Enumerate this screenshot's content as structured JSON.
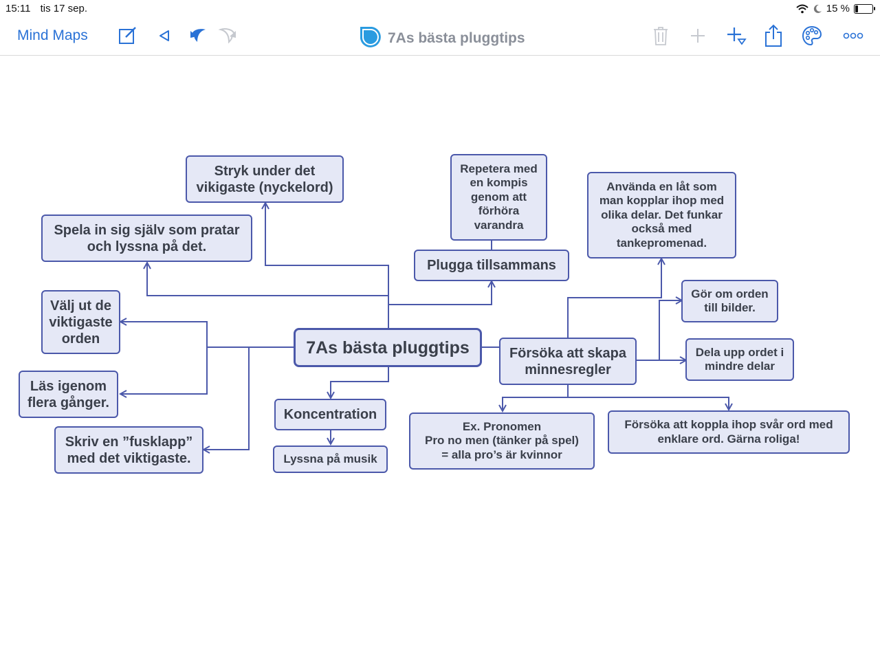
{
  "status_bar": {
    "time": "15:11",
    "date": "tis 17 sep.",
    "battery": "15 %",
    "battery_level": 0.15
  },
  "toolbar": {
    "back_label": "Mind Maps",
    "document_title": "7As bästa pluggtips"
  },
  "colors": {
    "accent": "#2a72d6",
    "node_fill": "#e5e8f6",
    "node_border": "#4b58aa",
    "connector": "#4b58aa"
  },
  "mindmap": {
    "central": "7As bästa pluggtips",
    "stryk": "Stryk under det\nvikigaste (nyckelord)",
    "spela": "Spela in sig själv som pratar\noch lyssna på det.",
    "valj": "Välj ut de\nviktigaste\norden",
    "las": "Läs igenom\nflera gånger.",
    "skriv": "Skriv en ”fusklapp”\nmed det viktigaste.",
    "koncentration": "Koncentration",
    "lyssna": "Lyssna på musik",
    "repetera": "Repetera med\nen kompis\ngenom att\nförhöra\nvarandra",
    "plugga": "Plugga tillsammans",
    "forsoka": "Försöka att skapa\nminnesregler",
    "anvanda": "Använda en låt som\nman kopplar ihop med\nolika delar. Det funkar\nockså med\ntankepromenad.",
    "gor_om": "Gör om orden\ntill bilder.",
    "dela_upp": "Dela upp ordet i\nmindre delar",
    "ex": "Ex. Pronomen\nPro no men (tänker på spel)\n= alla pro’s är kvinnor",
    "koppla": "Försöka att koppla ihop svår ord med\nenklare ord. Gärna roliga!"
  }
}
